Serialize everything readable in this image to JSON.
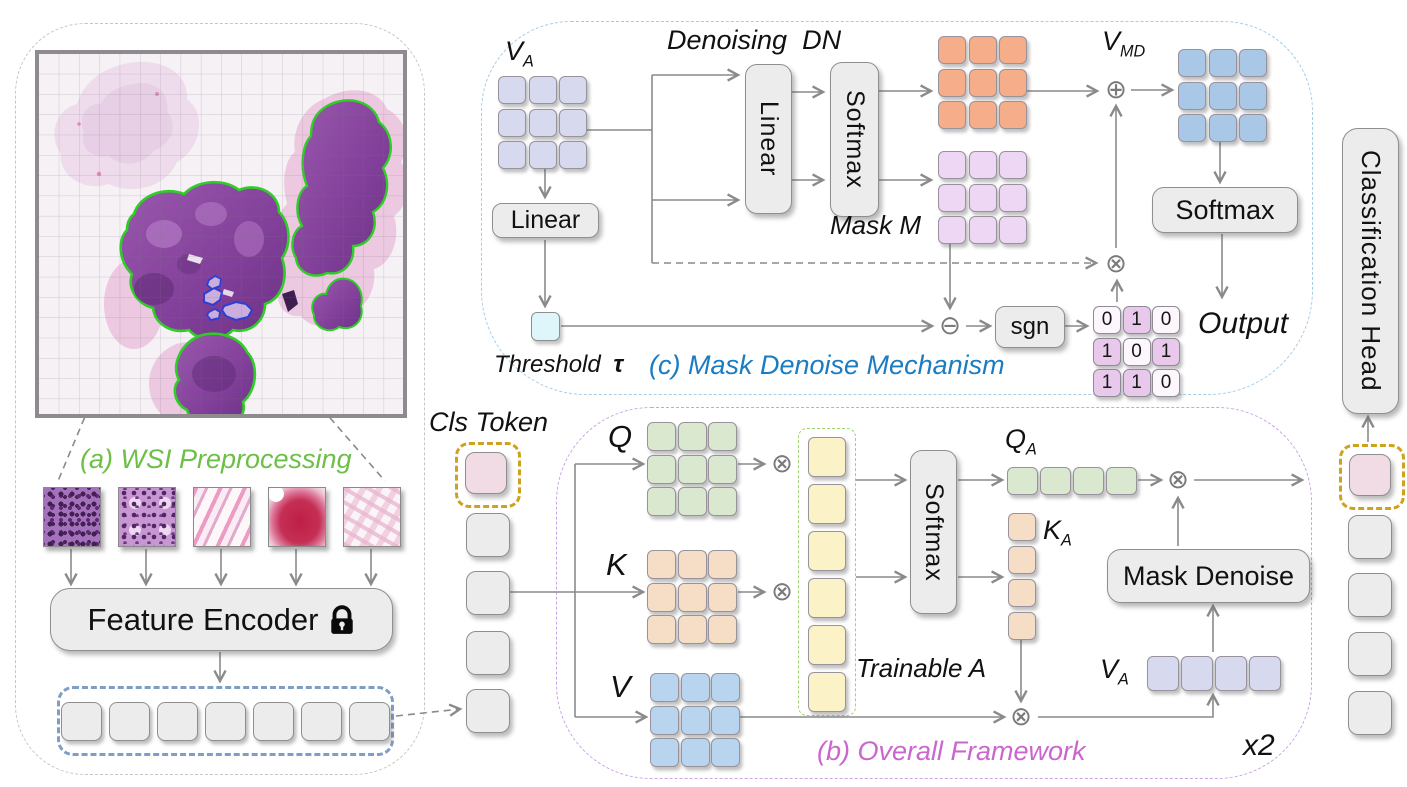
{
  "panel_a": {
    "caption": "(a) WSI Preprocessing",
    "feature_encoder": "Feature Encoder"
  },
  "panel_b": {
    "caption": "(b) Overall Framework",
    "cls_token": "Cls Token",
    "q": "Q",
    "k": "K",
    "v": "V",
    "trainable": "Trainable A",
    "softmax": "Softmax",
    "q_a": {
      "base": "Q",
      "sub": "A"
    },
    "k_a": {
      "base": "K",
      "sub": "A"
    },
    "v_a": {
      "base": "V",
      "sub": "A"
    },
    "mask_denoise": "Mask Denoise",
    "repeat": "x2"
  },
  "panel_c": {
    "caption": "(c) Mask Denoise Mechanism",
    "v_a": {
      "base": "V",
      "sub": "A"
    },
    "linear_v": "Linear",
    "linear_h": "Linear",
    "softmax_v": "Softmax",
    "softmax_h": "Softmax",
    "denoising": "Denoising  DN",
    "mask_m": "Mask M",
    "v_md": {
      "base": "V",
      "sub": "MD"
    },
    "threshold": {
      "word": "Threshold",
      "symbol": "τ"
    },
    "sgn": "sgn",
    "output": "Output",
    "binary_matrix": [
      [
        "0",
        "1",
        "0"
      ],
      [
        "1",
        "0",
        "1"
      ],
      [
        "1",
        "1",
        "0"
      ]
    ]
  },
  "classification_head": "Classification Head",
  "operators": {
    "plus": "⊕",
    "minus": "⊖",
    "times": "⊗"
  },
  "colors": {
    "panel_c_border": "#a5cce5",
    "panel_b_border": "#c9a3e6",
    "caption_a": "#6cbf47",
    "caption_b": "#cb66cf",
    "caption_c": "#1a7cc2",
    "dn_grid": "#f6ad89",
    "mask_grid": "#eed7f4",
    "vmd_grid": "#a9c7e6",
    "va_grid": "#d7d9ee",
    "q_grid": "#d9e8ce",
    "k_grid": "#f6ddc6",
    "v_grid": "#b9d4ef",
    "trainable": "#fbf2c8",
    "threshold": "#def6fa",
    "cls_token": "#f1dce6",
    "gold_dash": "#cda21e",
    "green_dash": "#9fd46c",
    "blue_dash": "#7f9ec6",
    "wire": "#8a8a8a"
  }
}
